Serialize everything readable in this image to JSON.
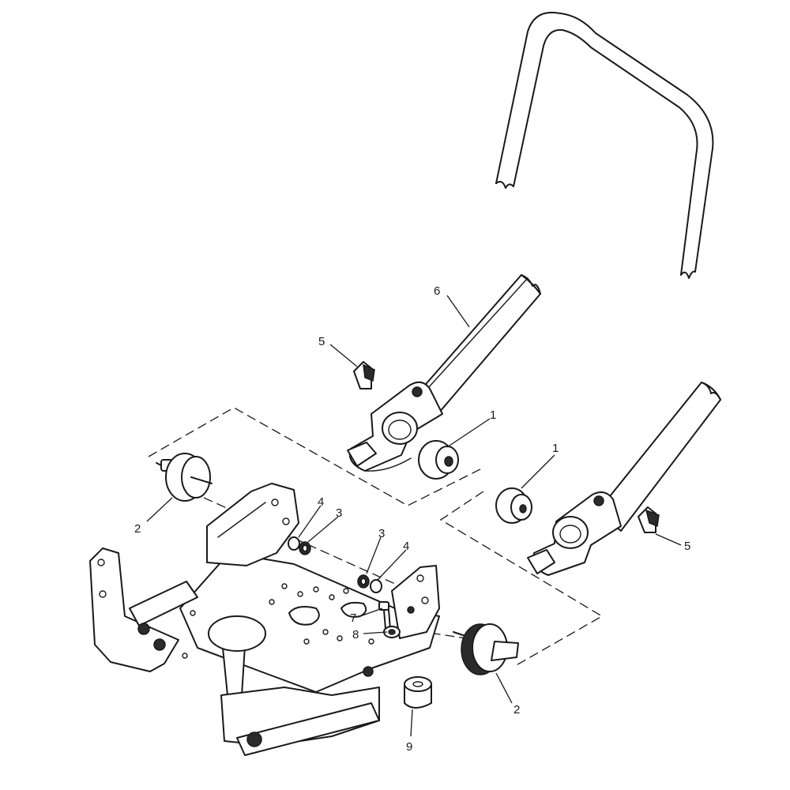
{
  "callouts": {
    "c1a": "1",
    "c1b": "1",
    "c2a": "2",
    "c2b": "2",
    "c3a": "3",
    "c3b": "3",
    "c4a": "4",
    "c4b": "4",
    "c5a": "5",
    "c5b": "5",
    "c6": "6",
    "c7": "7",
    "c8": "8",
    "c9": "9"
  }
}
